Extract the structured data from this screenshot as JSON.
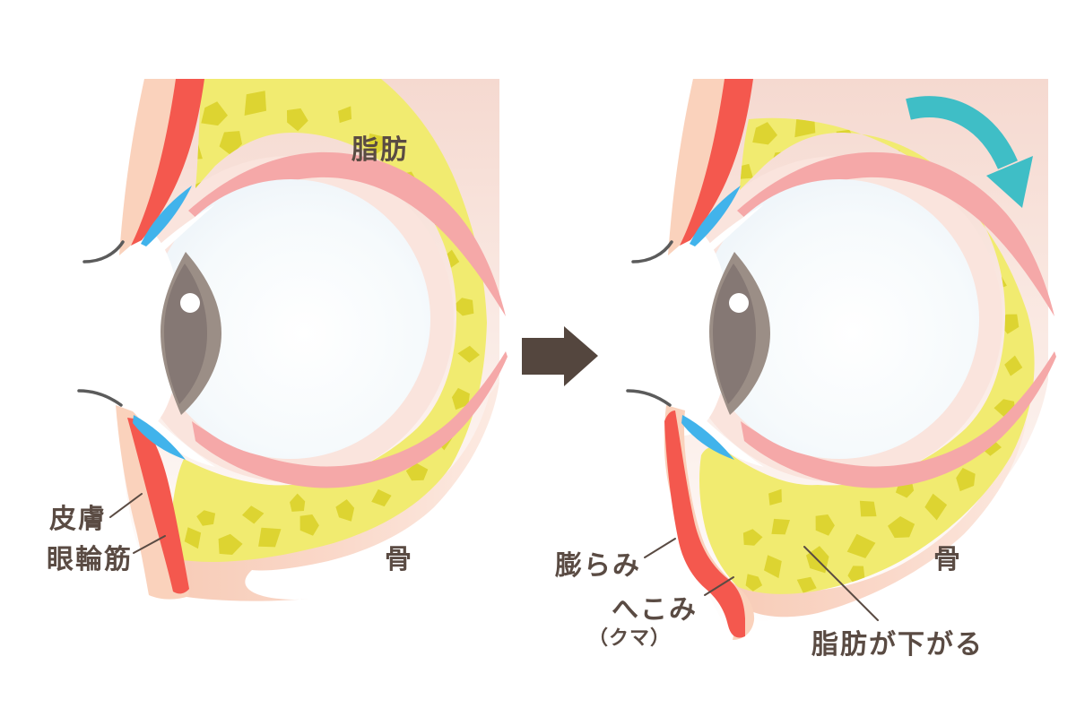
{
  "panels": {
    "left": {
      "labels": {
        "fat": "脂肪",
        "skin": "皮膚",
        "orbicularis": "眼輪筋",
        "bone": "骨"
      }
    },
    "right": {
      "labels": {
        "bulge": "膨らみ",
        "hollow": "へこみ",
        "hollow_note": "（クマ）",
        "fat_descends": "脂肪が下がる",
        "bone": "骨"
      }
    }
  },
  "icons": {
    "transition_arrow": "right-arrow",
    "descend_arrow": "curved-down-arrow"
  },
  "colors": {
    "skin": "#FAD2BC",
    "muscle_red": "#F4584E",
    "fat_yellow": "#F1EB70",
    "fat_chunk": "#DDD431",
    "lining_pink": "#F5A8A8",
    "halo_pink": "#FAE4DD",
    "bone_shadow": "#F7CBB6",
    "eyeball_edge": "#E8F0F7",
    "iris": "#9B8E86",
    "iris_dark": "#857874",
    "tarsus_blue": "#41B3EB",
    "arrow_dark": "#54463E",
    "arrow_cyan": "#3FBEC6",
    "text": "#5A4B43",
    "background_top": "#F5D9D0"
  }
}
